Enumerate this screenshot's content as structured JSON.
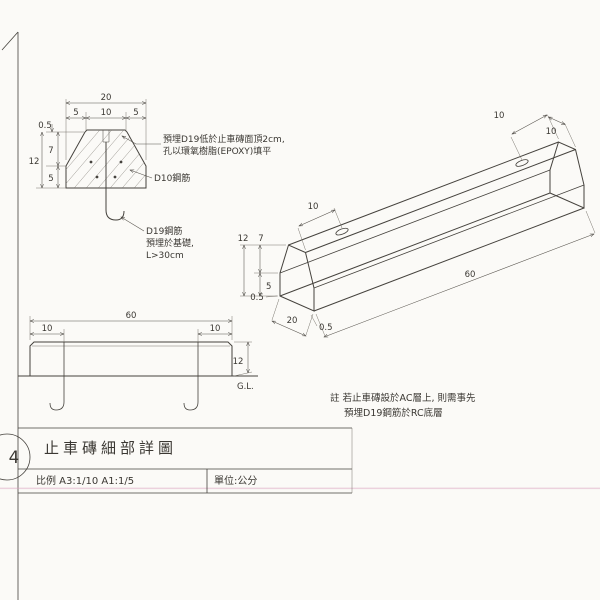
{
  "title_block": {
    "sheet_number": "4",
    "title": "止車磚細部詳圖",
    "scale": "比例 A3:1/10 A1:1/5",
    "unit": "單位:公分"
  },
  "note": {
    "line1": "註 若止車磚設於AC層上, 則需事先",
    "line2": "預埋D19鋼筋於RC底層"
  },
  "cross_section": {
    "dim_total_width": "20",
    "dim_seg_left": "5",
    "dim_seg_mid": "10",
    "dim_seg_right": "5",
    "dim_chamfer": "0.5",
    "dim_upper_height": "7",
    "dim_total_height": "12",
    "dim_base_height": "5",
    "ann_embed_line1": "預埋D19低於止車磚面頂2cm,",
    "ann_embed_line2": "孔以環氧樹脂(EPOXY)填平",
    "ann_d10": "D10鋼筋",
    "ann_d19_line1": "D19鋼筋",
    "ann_d19_line2": "預埋於基礎,",
    "ann_d19_line3": "L>30cm"
  },
  "isometric": {
    "dim_hole_offset_left": "10",
    "dim_hole_offset_right": "10",
    "dim_top_width": "10",
    "dim_total_height": "12",
    "dim_upper_height": "7",
    "dim_base_height": "5",
    "dim_chamfer_top": "0.5",
    "dim_length": "60",
    "dim_width": "20",
    "dim_chamfer_bottom": "0.5"
  },
  "elevation": {
    "dim_length": "60",
    "dim_left_offset": "10",
    "dim_right_offset": "10",
    "dim_height": "12",
    "ground_label": "G.L."
  }
}
